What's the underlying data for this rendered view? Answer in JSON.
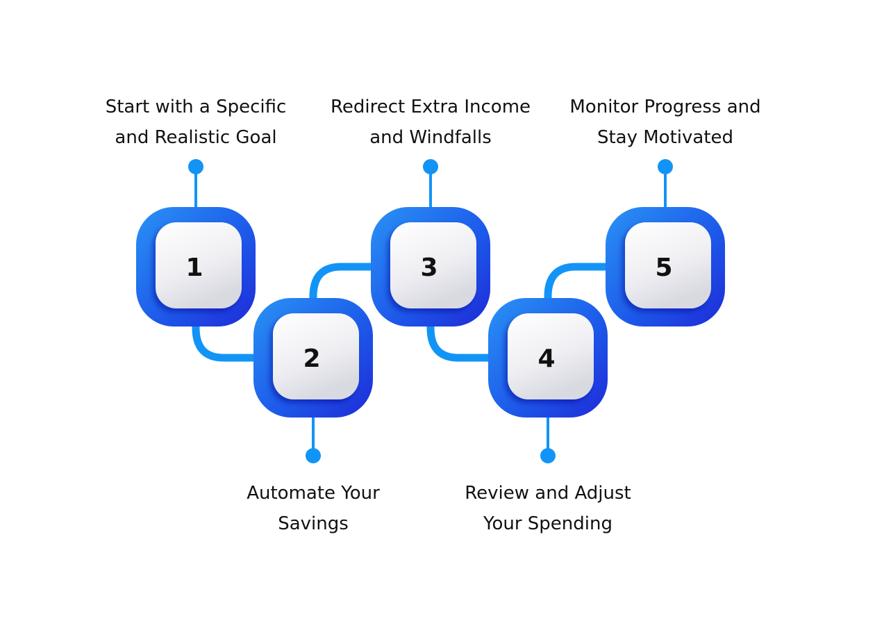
{
  "steps": [
    {
      "number": "1",
      "label_lines": [
        "Start with a Specific",
        "and Realistic Goal"
      ]
    },
    {
      "number": "2",
      "label_lines": [
        "Automate Your",
        "Savings"
      ]
    },
    {
      "number": "3",
      "label_lines": [
        "Redirect Extra Income",
        "and Windfalls"
      ]
    },
    {
      "number": "4",
      "label_lines": [
        "Review and Adjust",
        "Your Spending"
      ]
    },
    {
      "number": "5",
      "label_lines": [
        "Monitor Progress and",
        "Stay Motivated"
      ]
    }
  ],
  "colors": {
    "accent": "#1294F6",
    "accent_deep": "#1D2BE0",
    "tile_light": "#FFFFFF",
    "tile_shade": "#DCDDE4",
    "text": "#111111"
  }
}
